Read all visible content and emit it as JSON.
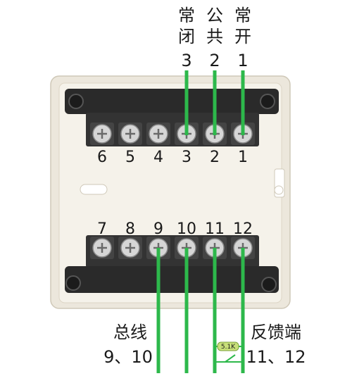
{
  "top_labels": {
    "left": {
      "line1": "常",
      "line2": "闭",
      "number": "3"
    },
    "middle": {
      "line1": "公",
      "line2": "共",
      "number": "2"
    },
    "right": {
      "line1": "常",
      "line2": "开",
      "number": "1"
    }
  },
  "top_terminals": [
    "6",
    "5",
    "4",
    "3",
    "2",
    "1"
  ],
  "bottom_terminals": [
    "7",
    "8",
    "9",
    "10",
    "11",
    "12"
  ],
  "bus": {
    "title": "总线",
    "terminals": "9、10"
  },
  "feedback": {
    "title": "反馈端",
    "terminals": "11、12"
  },
  "resistor_label": "5.1K",
  "colors": {
    "wire": "#2db84b",
    "housing": "#f1ede4",
    "terminal_block": "#2a2a2a",
    "screw": "#d6d6d6",
    "resistor": "#c9e07a"
  }
}
